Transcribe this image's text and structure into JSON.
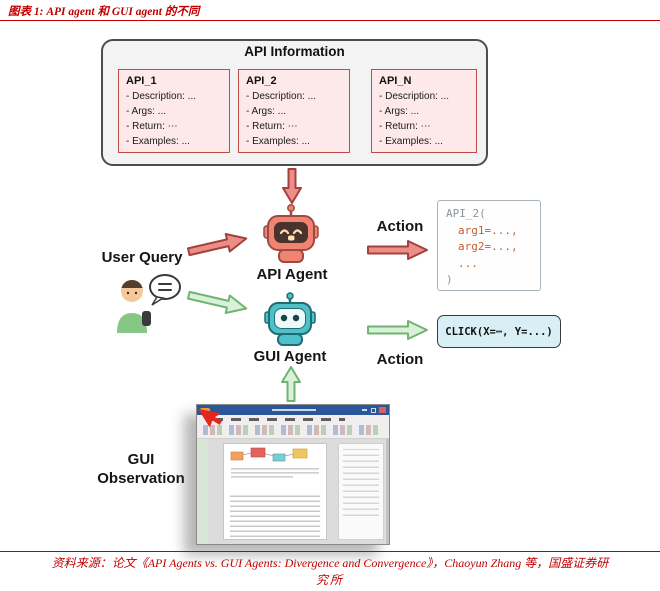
{
  "page": {
    "title": "图表 1: API agent 和 GUI agent 的不同",
    "source_line1": "资料来源：论文《API Agents vs. GUI Agents: Divergence and Convergence》，Chaoyun Zhang 等，国盛证券研",
    "source_line2": "究所",
    "accent_color": "#c00000"
  },
  "api_info": {
    "title": "API Information",
    "cards": [
      {
        "name": "API_1",
        "lines": [
          "- Description: ...",
          "- Args: ...",
          "- Return: ⋯",
          "- Examples: ..."
        ]
      },
      {
        "name": "API_2",
        "lines": [
          "- Description: ...",
          "- Args: ...",
          "- Return: ⋯",
          "- Examples: ..."
        ]
      },
      {
        "name": "API_N",
        "lines": [
          "- Description: ...",
          "- Args: ...",
          "- Return: ⋯",
          "- Examples: ..."
        ]
      }
    ]
  },
  "diagram": {
    "user_query_label": "User Query",
    "api_agent_label": "API Agent",
    "gui_agent_label": "GUI Agent",
    "action_top_label": "Action",
    "action_bottom_label": "Action",
    "gui_observation_label": "GUI Observation",
    "api_action_code": {
      "open": "API_2(",
      "arg1": "arg1=...,",
      "arg2": "arg2=...,",
      "ellipsis": "...",
      "close": ")"
    },
    "gui_action_code": "CLICK(X=⋯, Y=...)",
    "colors": {
      "api_arrow_fill": "#ec8d87",
      "api_arrow_stroke": "#a2423d",
      "gui_arrow_fill": "#d9f0d9",
      "gui_arrow_stroke": "#6fb56f",
      "api_card_bg": "#fde9e9",
      "api_card_border": "#bf4a46",
      "api_agent_color": "#f08471",
      "gui_agent_color": "#4fc0c8",
      "click_box_bg": "#d8f0f5"
    }
  }
}
